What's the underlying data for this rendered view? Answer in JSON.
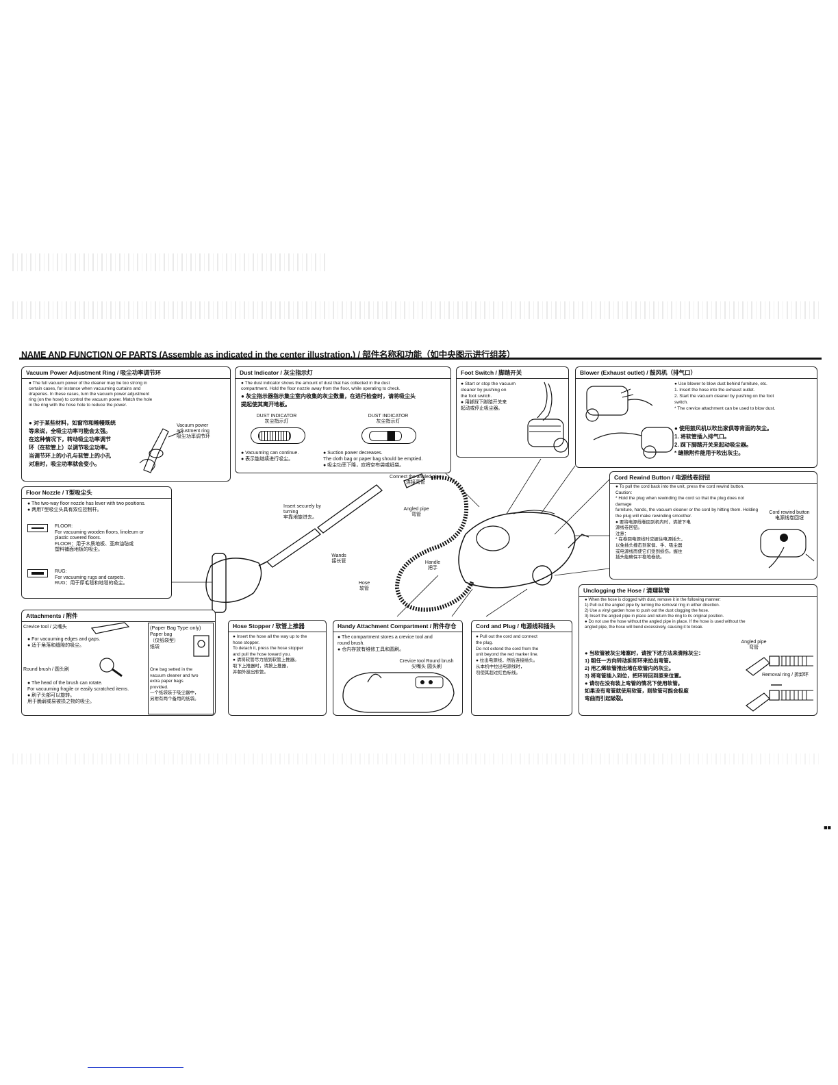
{
  "page_title": "NAME AND FUNCTION OF PARTS (Assemble as indicated in the center illustration.) / 部件名称和功能（如中央图示进行组装）",
  "sections": {
    "vacuum_power": {
      "heading": "Vacuum Power Adjustment Ring / 吸尘功率调节环",
      "text_en": "● The full vacuum power of the cleaner may be too strong in\ncertain cases, for instance when vacuuming curtains and\ndraperies. In these cases, turn the vacuum power adjustment\nring (on the hose) to control the vacuum power. Match the hole\nin the ring with the hose hole to reduce the power.",
      "text_cn": "● 对于某些材料，如窗帘和帷幔既统\n等来说，全吸尘功率可能会太强。\n在这种情况下，转动吸尘功率调节\n环（在软管上）以调节吸尘功率。\n当调节环上的小孔与软管上的小孔\n对准时，吸尘功率就会变小。",
      "label": "Vacuum power\nadjustment ring\n吸尘功率调节环"
    },
    "dust_indicator": {
      "heading": "Dust Indicator / 灰尘指示灯",
      "text_en": "● The dust indicator shows the amount of dust that has collected in the dust\ncompartment. Hold the floor nozzle away from the floor, while operating to check.",
      "text_cn": "● 灰尘指示器指示集尘室内收集的灰尘数量，在进行检查时，请将吸尘头\n提起使其离开地板。",
      "label_left": "DUST INDICATOR\n灰尘指示灯",
      "label_right": "DUST INDICATOR\n灰尘指示灯",
      "status_left": "● Vacuuming can continue.\n● 表示能继续进行吸尘。",
      "status_right": "● Suction power decreases.\nThe cloth bag or paper bag should be emptied.\n● 吸尘功率下降，应将空布袋或纸袋。"
    },
    "foot_switch": {
      "heading": "Foot Switch / 脚踏开关",
      "text": "● Start or stop the vacuum\ncleaner by pushing on\nthe foot switch.\n● 用脚踩下脚踏开关来\n起动或停止吸尘器。"
    },
    "blower": {
      "heading": "Blower (Exhaust outlet) / 鼓风机（排气口）",
      "text_en": "● Use blower to blow dust behind furniture, etc.\n1. Insert the hose into the exhaust outlet.\n2. Start the vacuum cleaner by pushing on the foot\nswitch.\n* The crevice attachment can be used to blow dust.",
      "text_cn": "● 使用鼓风机以吹出家俱等背面的灰尘。\n1. 将软管插入排气口。\n2. 踩下脚踏开关来起动吸尘器。\n* 缝隙附件能用于吹出灰尘。"
    },
    "cord_rewind": {
      "heading": "Cord Rewind Button / 电源线卷回钮",
      "text": "● To pull the cord back into the unit, press the cord rewind button.\nCaution:\n* Hold the plug when rewinding the cord so that the plug does not damage\nfurniture, hands, the vacuum cleaner or the cord by hitting them. Holding\nthe plug will make rewinding smoother.\n● 要将电源线卷回到机内时，请按下电\n源线卷回钮。\n注意：\n* 在卷回电源线时应握住电源插头，\n以免插头撞击到家俱、手、吸尘器\n或电源线而使它们受到损伤。握住\n插头能确保平稳地卷绕。",
      "label": "Cord rewind button\n电源线卷回钮"
    },
    "floor_nozzle": {
      "heading": "Floor Nozzle / T型吸尘头",
      "text": "● The two-way floor nozzle has lever with two positions.\n● 两用T型吸尘头具有双位控制杆。",
      "floor": "FLOOR:\nFor vacuuming wooden floors, linoleum or\nplastic covered floors.\nFLOOR：用于木质地板、亚麻油毡或\n塑料铺面地板的吸尘。",
      "rug": "RUG:\nFor vacuuming rugs and carpets.\nRUG：用于厚毛毯和地毯的吸尘。"
    },
    "attachments": {
      "heading": "Attachments / 附件",
      "crevice": "Crevice tool / 尖嘴头",
      "crevice_text": "● For vacuuming edges and gaps.\n● 适于角落和缝隙的吸尘。",
      "brush": "Round brush / 圆头刷",
      "brush_text": "● The head of the brush can rotate.\nFor vacuuming fragile or easily scratched items.\n● 刷子头部可以旋转。\n用于脆弱或易被损之物的吸尘。",
      "paper_bag_title": "(Paper Bag Type only)",
      "paper_bag": "Paper bag\n（仅纸袋型）\n纸袋",
      "paper_bag_text": "One bag setted in the\nvacuum cleaner and two\nextra paper bags\nprovided.\n一个纸袋装于吸尘器中，\n另附有两个备用的纸袋。"
    },
    "hose_stopper": {
      "heading": "Hose Stopper / 软管上推器",
      "text": "● Insert the hose all the way up to the\nhose stopper.\nTo detach it, press the hose stopper\nand pull the hose toward you.\n● 请将软管尽力插到软管上推器。\n取下上推器时，请按上推器，\n并朝外拔出软管。"
    },
    "handy_compartment": {
      "heading": "Handy Attachment Compartment / 附件存仓",
      "text": "● The compartment stores a crevice tool and\nround brush.\n● 仓内存放有维修工具和圆刷。",
      "label": "Crevice tool  Round brush\n尖嘴头      圆头刷"
    },
    "cord_plug": {
      "heading": "Cord and Plug / 电源线和插头",
      "text": "● Pull out the cord and connect\nthe plug.\nDo not extend the cord from the\nunit beyond the red marker line.\n● 拉出电源线，然后连接插头。\n从本机中拉出电源线时，\n勿使其超过红色标线。"
    },
    "unclogging": {
      "heading": "Unclogging the Hose / 清理软管",
      "text_en": "● When the hose is clogged with dust, remove it in the following manner:\n1) Pull out the angled pipe by turning the removal ring in either direction.\n2) Use a vinyl garden hose to push out the dust clogging the hose.\n3) Insert the angled pipe in place and return the ring to its original position.\n● Do not use the hose without the angled pipe in place. If the hose is used without the\nangled pipe, the hose will bend excessively, causing it to break.",
      "text_cn": "● 当软管被灰尘堵塞时，请按下述方法来清除灰尘：\n1) 朝任一方向转动拆卸环来拉出弯管。\n2) 用乙烯软管推出堵在软管内的灰尘。\n3) 将弯管插入到位，把环转回到原来位置。\n● 请勿在没有装上弯管的情况下使用软管。\n如果没有弯管就使用软管，则软管可能会极度\n弯曲而引起破裂。",
      "label_angled": "Angled pipe\n弯管",
      "label_ring": "Removal ring / 拆卸环"
    }
  },
  "center": {
    "connect": "Connect the angled pipe\n连接弯管",
    "insert": "Insert securely by\nturning\n牢靠地旋进去。",
    "angled": "Angled pipe\n弯管",
    "wands": "Wands\n接长管",
    "handle": "Handle\n把手",
    "hose": "Hose\n软管"
  },
  "page_marker": "■■"
}
